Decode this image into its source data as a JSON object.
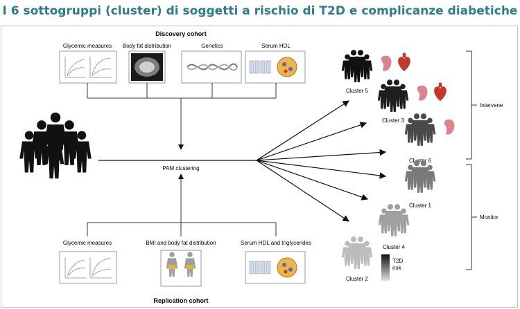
{
  "title": "I 6 sottogruppi (cluster) di soggetti a rischio di T2D e complicanze diabetiche",
  "discovery": {
    "label": "Discovery cohort",
    "panels": [
      "Glycemic measures",
      "Body fat distribution",
      "Genetics",
      "Serum HDL"
    ]
  },
  "replication": {
    "label": "Replication cohort",
    "panels": [
      "Glycemic measures",
      "BMI and body fat distribution",
      "Serum HDL and triglycerides"
    ]
  },
  "center_label": "PAM clustering",
  "clusters": [
    {
      "label": "Cluster 5",
      "organs": [
        "kidney",
        "heart"
      ],
      "shade": "#111111"
    },
    {
      "label": "Cluster 3",
      "organs": [
        "kidney",
        "heart"
      ],
      "shade": "#1e1e1e"
    },
    {
      "label": "Cluster 6",
      "organs": [
        "kidney"
      ],
      "shade": "#4a4a4a"
    },
    {
      "label": "Cluster 1",
      "organs": [],
      "shade": "#7a7a7a"
    },
    {
      "label": "Cluster 4",
      "organs": [],
      "shade": "#a0a0a0"
    },
    {
      "label": "Cluster 2",
      "organs": [],
      "shade": "#bcbcbc"
    }
  ],
  "groups": {
    "intervene": "Intervene",
    "monitor": "Monitor"
  },
  "legend": {
    "line1": "T2D",
    "line2": "risk"
  },
  "colors": {
    "title": "#2e7d8c",
    "kidney": "#d9848f",
    "heart": "#c0392b"
  }
}
